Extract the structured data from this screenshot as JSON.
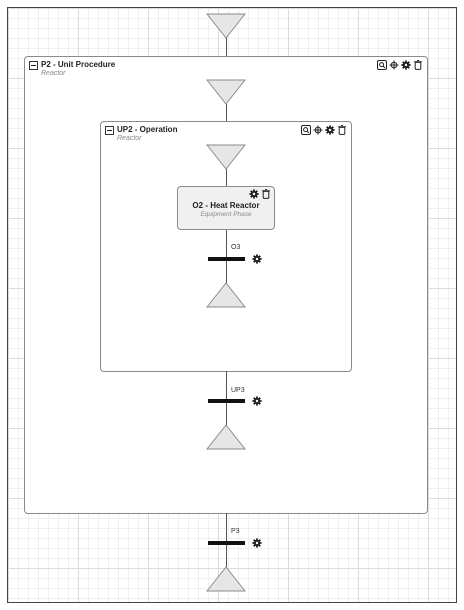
{
  "unit_procedure": {
    "title": "P2 - Unit Procedure",
    "subtitle": "Reactor",
    "tools": [
      "zoom-icon",
      "move-icon",
      "gear-icon",
      "delete-icon"
    ]
  },
  "operation": {
    "title": "UP2 - Operation",
    "subtitle": "Reactor",
    "tools": [
      "zoom-icon",
      "move-icon",
      "gear-icon",
      "delete-icon"
    ]
  },
  "phase": {
    "title": "O2 - Heat Reactor",
    "subtitle": "Equipment Phase",
    "tools": [
      "gear-icon",
      "delete-icon"
    ]
  },
  "transitions": {
    "o3": "O3",
    "up3": "UP3",
    "p3": "P3"
  },
  "colors": {
    "triangle_fill": "#e6e6e6",
    "triangle_stroke": "#8a8a8a",
    "grid": "#dcdcdc",
    "phase_bg": "#f0f0f0"
  }
}
